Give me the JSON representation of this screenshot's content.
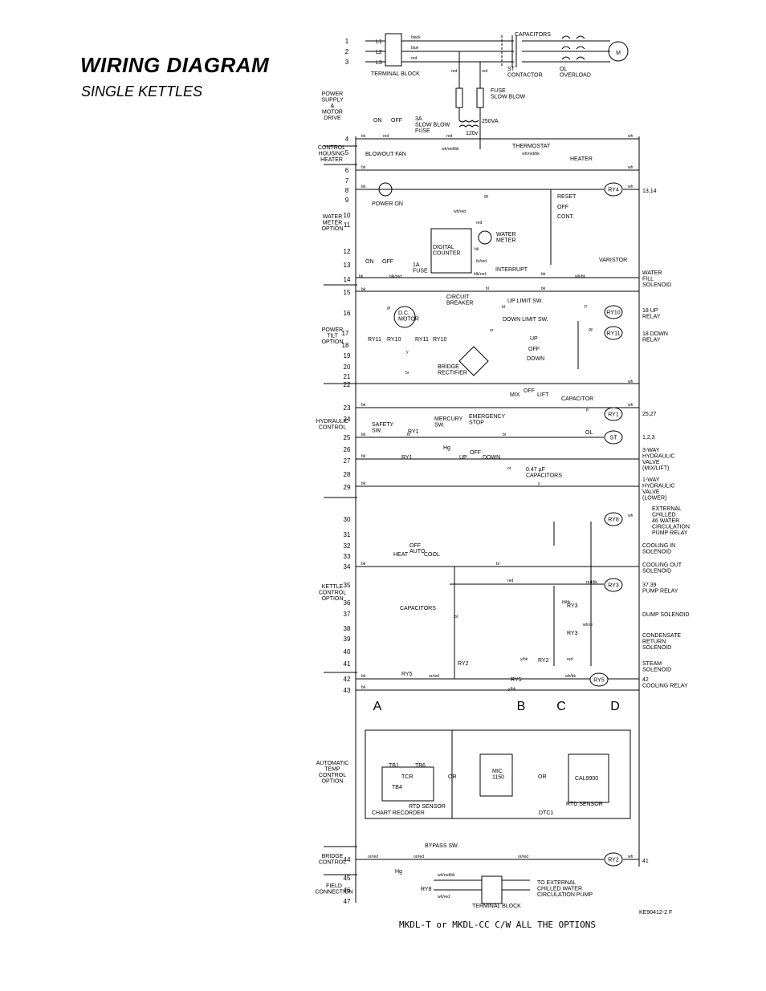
{
  "header": {
    "title": "WIRING DIAGRAM",
    "subtitle": "SINGLE KETTLES"
  },
  "sections": [
    {
      "id": "power",
      "lines": [
        "POWER",
        "SUPPLY",
        "&",
        "MOTOR",
        "DRIVE"
      ]
    },
    {
      "id": "housing",
      "lines": [
        "CONTROL",
        "HOUSING",
        "HEATER"
      ]
    },
    {
      "id": "meter",
      "lines": [
        "WATER",
        "METER",
        "OPTION"
      ]
    },
    {
      "id": "tilt",
      "lines": [
        "POWER",
        "TILT",
        "OPTION"
      ]
    },
    {
      "id": "hyd",
      "lines": [
        "HYDRAULIC",
        "CONTROL"
      ]
    },
    {
      "id": "kettle",
      "lines": [
        "KETTLE",
        "CONTROL",
        "OPTION"
      ]
    },
    {
      "id": "temp",
      "lines": [
        "AUTOMATIC",
        "TEMP",
        "CONTROL",
        "OPTION"
      ]
    },
    {
      "id": "bridge",
      "lines": [
        "BRIDGE",
        "CONTROL"
      ]
    },
    {
      "id": "field",
      "lines": [
        "FIELD",
        "CONNECTION"
      ]
    }
  ],
  "rows": [
    "1",
    "2",
    "3",
    "4",
    "5",
    "6",
    "7",
    "8",
    "9",
    "10",
    "11",
    "12",
    "13",
    "14",
    "15",
    "16",
    "17",
    "18",
    "19",
    "20",
    "21",
    "22",
    "23",
    "24",
    "25",
    "26",
    "27",
    "28",
    "29",
    "30",
    "31",
    "32",
    "33",
    "34",
    "35",
    "36",
    "37",
    "38",
    "39",
    "40",
    "41",
    "42",
    "43",
    "44",
    "45",
    "46",
    "47"
  ],
  "right_labels": [
    {
      "id": "r8",
      "lines": [
        "13,14"
      ]
    },
    {
      "id": "r14",
      "lines": [
        "WATER",
        "FILL",
        "SOLENOID"
      ]
    },
    {
      "id": "r16",
      "lines": [
        "18  UP",
        "RELAY"
      ]
    },
    {
      "id": "r17",
      "lines": [
        "18  DOWN",
        "RELAY"
      ]
    },
    {
      "id": "r23",
      "lines": [
        "25,27"
      ]
    },
    {
      "id": "r25",
      "lines": [
        "1,2,3"
      ]
    },
    {
      "id": "r26",
      "lines": [
        "3-WAY",
        "HYDRAULIC",
        "VALVE",
        "(MIX/LIFT)"
      ]
    },
    {
      "id": "r29",
      "lines": [
        "1-WAY",
        "HYDRAULIC",
        "VALVE",
        "(LOWER)"
      ]
    },
    {
      "id": "r30",
      "lines": [
        "EXTERNAL",
        "CHILLED",
        "46  WATER",
        "CIRCULATION",
        "PUMP RELAY"
      ]
    },
    {
      "id": "r32",
      "lines": [
        "COOLING IN",
        "SOLENOID"
      ]
    },
    {
      "id": "r34",
      "lines": [
        "COOLING OUT",
        "SOLENOID"
      ]
    },
    {
      "id": "r35",
      "lines": [
        "37,39",
        "PUMP RELAY"
      ]
    },
    {
      "id": "r37",
      "lines": [
        "DUMP SOLENOID"
      ]
    },
    {
      "id": "r39",
      "lines": [
        "CONDENSATE",
        "RETURN",
        "SOLENOID"
      ]
    },
    {
      "id": "r41",
      "lines": [
        "STEAM",
        "SOLENOID"
      ]
    },
    {
      "id": "r42",
      "lines": [
        "42",
        "COOLING RELAY"
      ]
    },
    {
      "id": "r44",
      "lines": [
        "41"
      ]
    }
  ],
  "components": {
    "terminal_block_1": "TERMINAL BLOCK",
    "capacitors": "CAPACITORS",
    "st_contactor": [
      "ST",
      "CONTACTOR"
    ],
    "ol_overload": [
      "OL",
      "OVERLOAD"
    ],
    "motor": "M",
    "l1": "L1",
    "l2": "L2",
    "l3": "L3",
    "fuse_slow_blow": [
      "FUSE",
      "SLOW BLOW"
    ],
    "fuse_3a": [
      "3A",
      "SLOW BLOW",
      "FUSE"
    ],
    "va": "250VA",
    "v120": "120v",
    "on": "ON",
    "off": "OFF",
    "thermostat": "THERMOSTAT",
    "heater": "HEATER",
    "blowout_fan": "BLOWOUT FAN",
    "power_on": "POWER ON",
    "ry4": "RY4",
    "reset": "RESET",
    "reset_off": "OFF",
    "cont": "CONT.",
    "digital_counter": [
      "DIGITAL",
      "COUNTER"
    ],
    "water_meter": [
      "WATER",
      "METER"
    ],
    "interrupt": "INTERRUPT",
    "fuse_1a": [
      "1A",
      "FUSE"
    ],
    "varistor": "VARISTOR",
    "circuit_breaker": [
      "CIRCUIT",
      "BREAKER"
    ],
    "up_limit": "UP LIMIT SW.",
    "down_limit": "DOWN LIMIT SW.",
    "dc_motor": [
      "D.C.",
      "MOTOR"
    ],
    "ry10": "RY10",
    "ry11": "RY11",
    "up": "UP",
    "down": "DOWN",
    "bridge_rectifier": [
      "BRIDGE",
      "RECTIFIER"
    ],
    "mix": "MIX",
    "lift": "LIFT",
    "capacitor": "CAPACITOR",
    "ry1": "RY1",
    "safety_sw": [
      "SAFETY",
      "SW."
    ],
    "mercury_sw": [
      "MERCURY",
      "SW."
    ],
    "emergency_stop": [
      "EMERGENCY",
      "STOP"
    ],
    "st": "ST",
    "ol": "OL",
    "hg": "Hg",
    "capacitors_047": [
      "0.47 µF",
      "CAPACITORS"
    ],
    "ry8": "RY8",
    "heat": "HEAT",
    "auto": "AUTO",
    "cool": "COOL",
    "kettle_capacitors": "CAPACITORS",
    "ry3": "RY3",
    "ry2": "RY2",
    "ry5": "RY5",
    "letters": [
      "A",
      "B",
      "C",
      "D"
    ],
    "tb1": "TB1",
    "tb6": "TB6",
    "tcr": "TCR",
    "tb4": "TB4",
    "rtd_sensor": "RTD SENSOR",
    "chart_recorder": "CHART RECORDER",
    "or": "OR",
    "mic": [
      "MIC",
      "1150"
    ],
    "dtci": "DTC1",
    "cal9900": "CAL9900",
    "bypass_sw": "BYPASS SW.",
    "ry8b": "RY8",
    "terminal_block_2": "TERMINAL BLOCK",
    "to_external": [
      "TO EXTERNAL",
      "CHILLED WATER",
      "CIRCULATION PUMP"
    ]
  },
  "wires": {
    "black": "black",
    "blue": "blue",
    "red": "red",
    "bk": "bk",
    "wh": "wh",
    "gy": "gy",
    "p": "p",
    "or": "or",
    "y": "y",
    "bl": "bl",
    "br": "br",
    "gr": "gr",
    "blk_red": "blk/red",
    "wh_red": "wh/red",
    "wh_red_bk": "wh/red/bk",
    "br_red": "br/red",
    "bl_bk": "bl/bk",
    "wh_or": "wh/or",
    "y_bk": "y/bk",
    "wh_bk": "wh/bk",
    "red_bk": "red/bk",
    "or_red": "or/red",
    "wh_bl": "wh/bl"
  },
  "footer": {
    "model": "MKDL-T or MKDL-CC C/W ALL THE OPTIONS",
    "doc_id": "KE90412-2 F"
  }
}
